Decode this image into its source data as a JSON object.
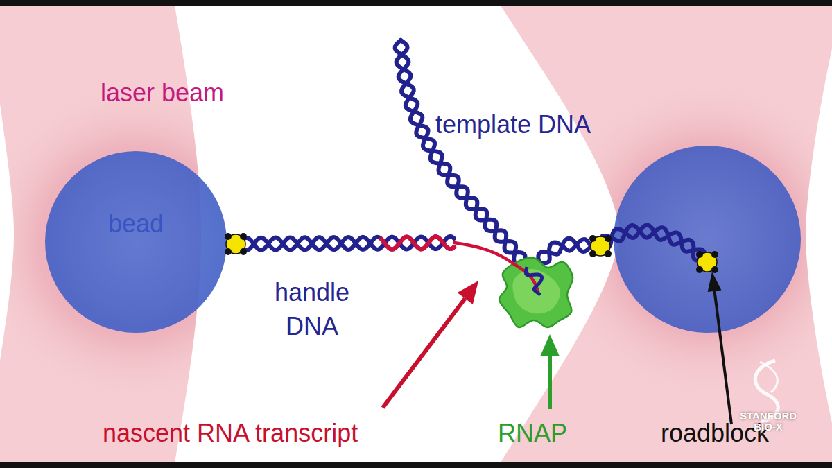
{
  "diagram": {
    "nodes": [
      {
        "text": [
          "bead"
        ]
      }
    ],
    "labels": [
      "laser beam",
      "template DNA",
      "handle DNA",
      "nascent RNA transcript",
      "RNAP",
      "roadblock",
      "STANFORD BIO-X"
    ]
  }
}
